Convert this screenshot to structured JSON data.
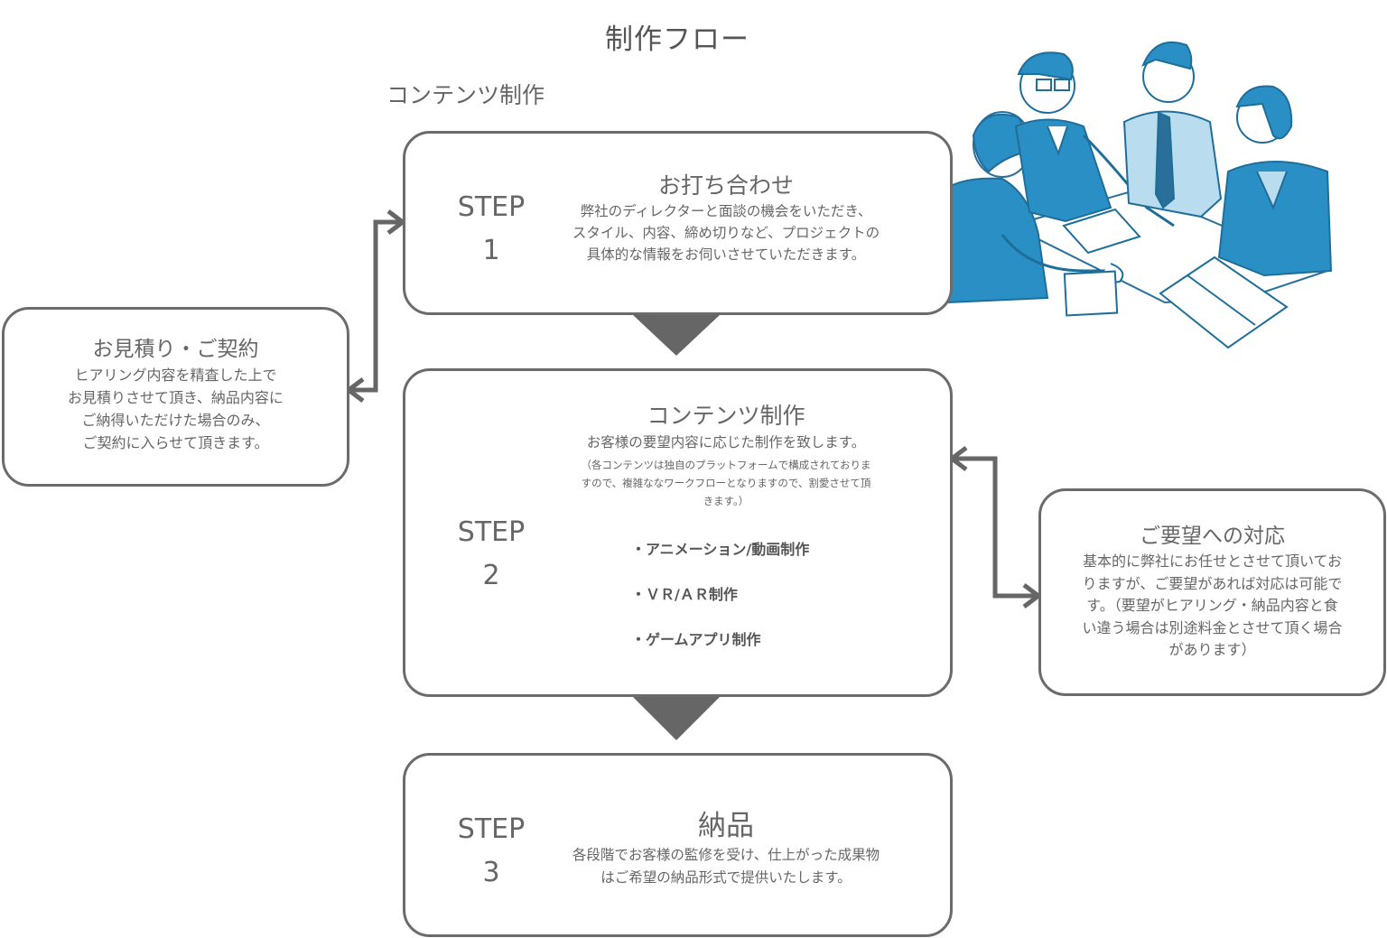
{
  "title": "制作フロー",
  "section_label": "コンテンツ制作",
  "steps": [
    {
      "label": "STEP",
      "number": "1",
      "title": "お打ち合わせ",
      "body": "弊社のディレクターと面談の機会をいただき、\nスタイル、内容、締め切りなど、プロジェクトの\n具体的な情報をお伺いさせていただきます。"
    },
    {
      "label": "STEP",
      "number": "2",
      "title": "コンテンツ制作",
      "body": "お客様の要望内容に応じた制作を致します。",
      "note": "（各コンテンツは独自のプラットフォームで構成されておりま\nすので、複雑ななワークフローとなりますので、割愛させて頂\nきます。）",
      "items": [
        "・アニメーション/動画制作",
        "・ＶＲ/ＡＲ制作",
        "・ゲームアプリ制作"
      ]
    },
    {
      "label": "STEP",
      "number": "3",
      "title": "納品",
      "body": "各段階でお客様の監修を受け、仕上がった成果物\nはご希望の納品形式で提供いたします。"
    }
  ],
  "estimate": {
    "title": "お見積り・ご契約",
    "body": "ヒアリング内容を精査した上で\nお見積りさせて頂き、納品内容に\nご納得いただけた場合のみ、\nご契約に入らせて頂きます。"
  },
  "request": {
    "title": "ご要望への対応",
    "body": "基本的に弊社にお任せとさせて頂いてお\nりますが、ご要望があれば対応は可能で\nす。（要望がヒアリング・納品内容と食\nい違う場合は別途料金とさせて頂く場合\nがあります）"
  },
  "colors": {
    "border": "#6b6b6b",
    "text": "#666666",
    "illustration_blue": "#2a8fc4",
    "illustration_light": "#b9dcee"
  }
}
